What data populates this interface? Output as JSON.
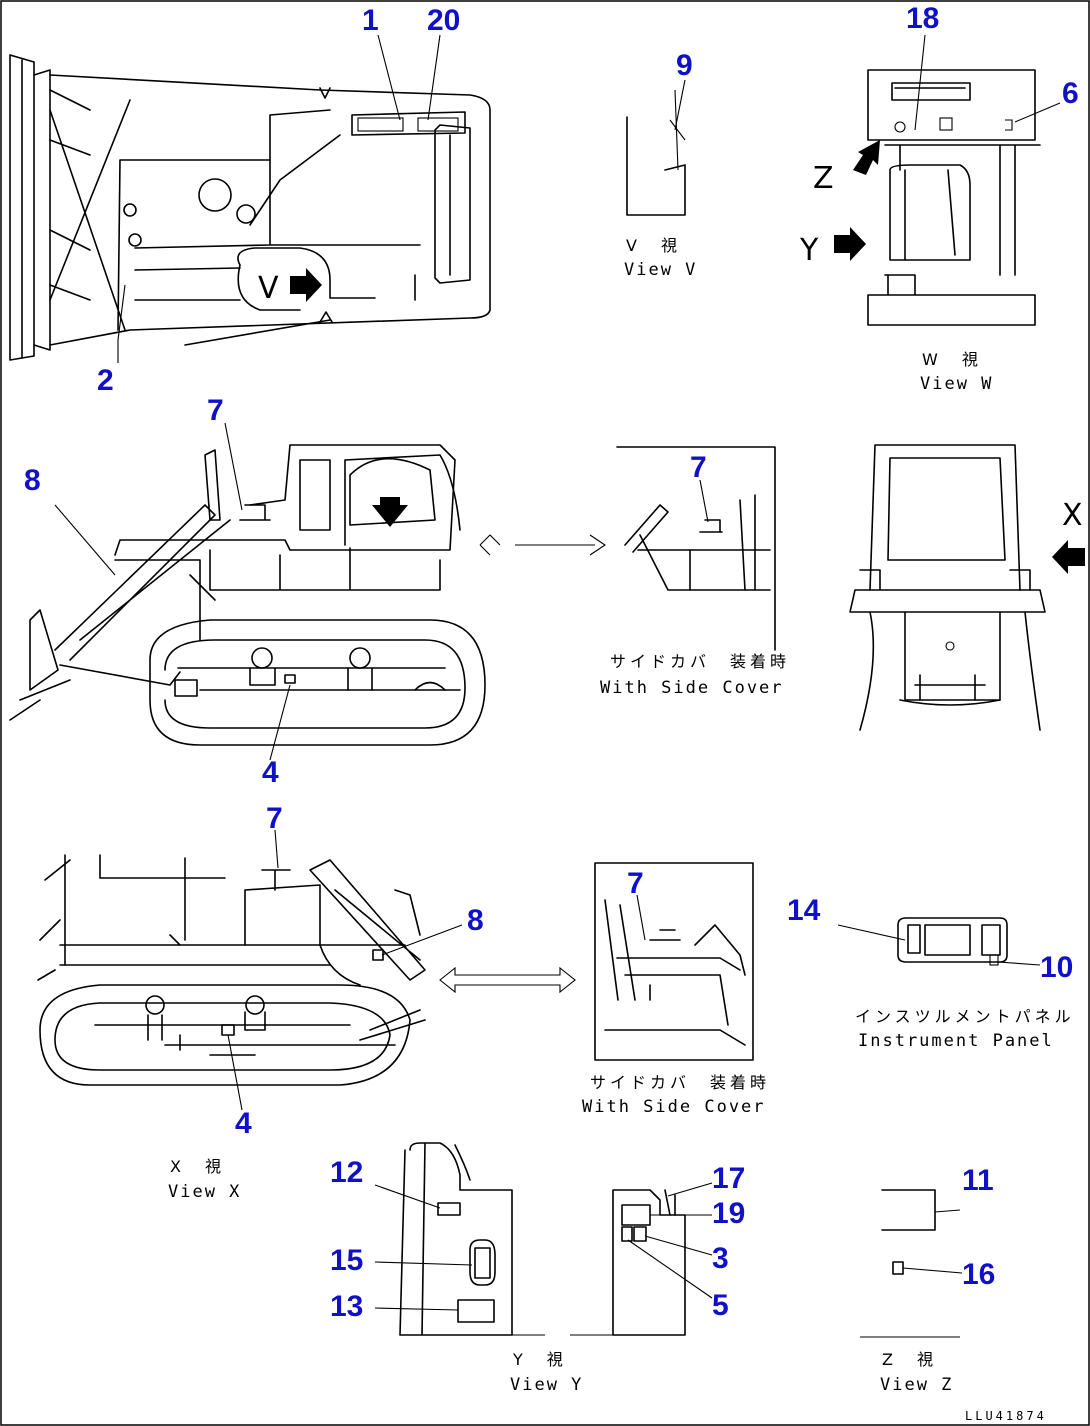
{
  "drawing_code": "LLU41874",
  "views": {
    "v": {
      "line1": "V　視",
      "line2": "View V"
    },
    "w": {
      "line1": "W　視",
      "line2": "View W"
    },
    "x": {
      "line1": "X　視",
      "line2": "View X"
    },
    "y": {
      "line1": "Y　視",
      "line2": "View Y"
    },
    "z": {
      "line1": "Z　視",
      "line2": "View Z"
    }
  },
  "side_cover_1": {
    "line1": "サイドカバ　装着時",
    "line2": "With Side Cover"
  },
  "side_cover_2": {
    "line1": "サイドカバ　装着時",
    "line2": "With Side Cover"
  },
  "instrument_panel": {
    "line1": "インスツルメントパネル",
    "line2": "Instrument Panel"
  },
  "view_letters": {
    "z": "Z",
    "y": "Y",
    "x": "X"
  },
  "callouts": {
    "c1": "1",
    "c20": "20",
    "c2": "2",
    "c9": "9",
    "c18": "18",
    "c6": "6",
    "c7a": "7",
    "c8a": "8",
    "c4a": "4",
    "c7b": "7",
    "c7c": "7",
    "c8b": "8",
    "c4b": "4",
    "c7d": "7",
    "c14": "14",
    "c10": "10",
    "c12": "12",
    "c15": "15",
    "c13": "13",
    "c17": "17",
    "c19": "19",
    "c3": "3",
    "c5": "5",
    "c11": "11",
    "c16": "16"
  }
}
